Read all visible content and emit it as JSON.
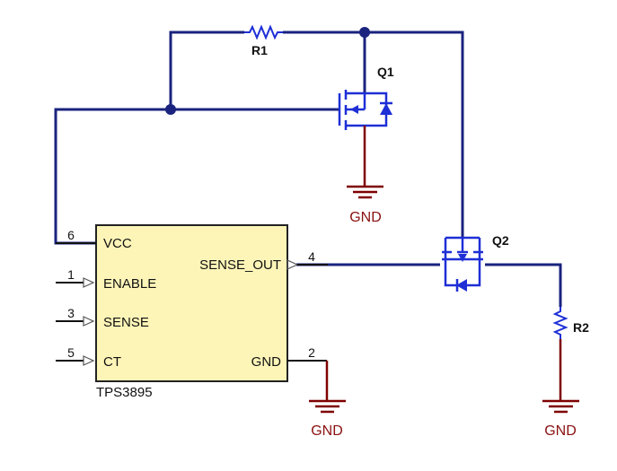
{
  "colors": {
    "wire": "#1a237e",
    "device": "#1e2fd6",
    "ground": "#7f0000",
    "pin": "#111111",
    "ic_fill": "#fdf5b8",
    "ic_border": "#222222"
  },
  "components": {
    "r1": "R1",
    "r2": "R2",
    "q1": "Q1",
    "q2": "Q2"
  },
  "ic": {
    "name": "TPS3895",
    "pins": {
      "vcc": {
        "number": "6",
        "label": "VCC"
      },
      "enable": {
        "number": "1",
        "label": "ENABLE"
      },
      "sense": {
        "number": "3",
        "label": "SENSE"
      },
      "ct": {
        "number": "5",
        "label": "CT"
      },
      "sense_out": {
        "number": "4",
        "label": "SENSE_OUT"
      },
      "gnd": {
        "number": "2",
        "label": "GND"
      }
    }
  },
  "grounds": {
    "q1": "GND",
    "ic": "GND",
    "r2": "GND"
  }
}
